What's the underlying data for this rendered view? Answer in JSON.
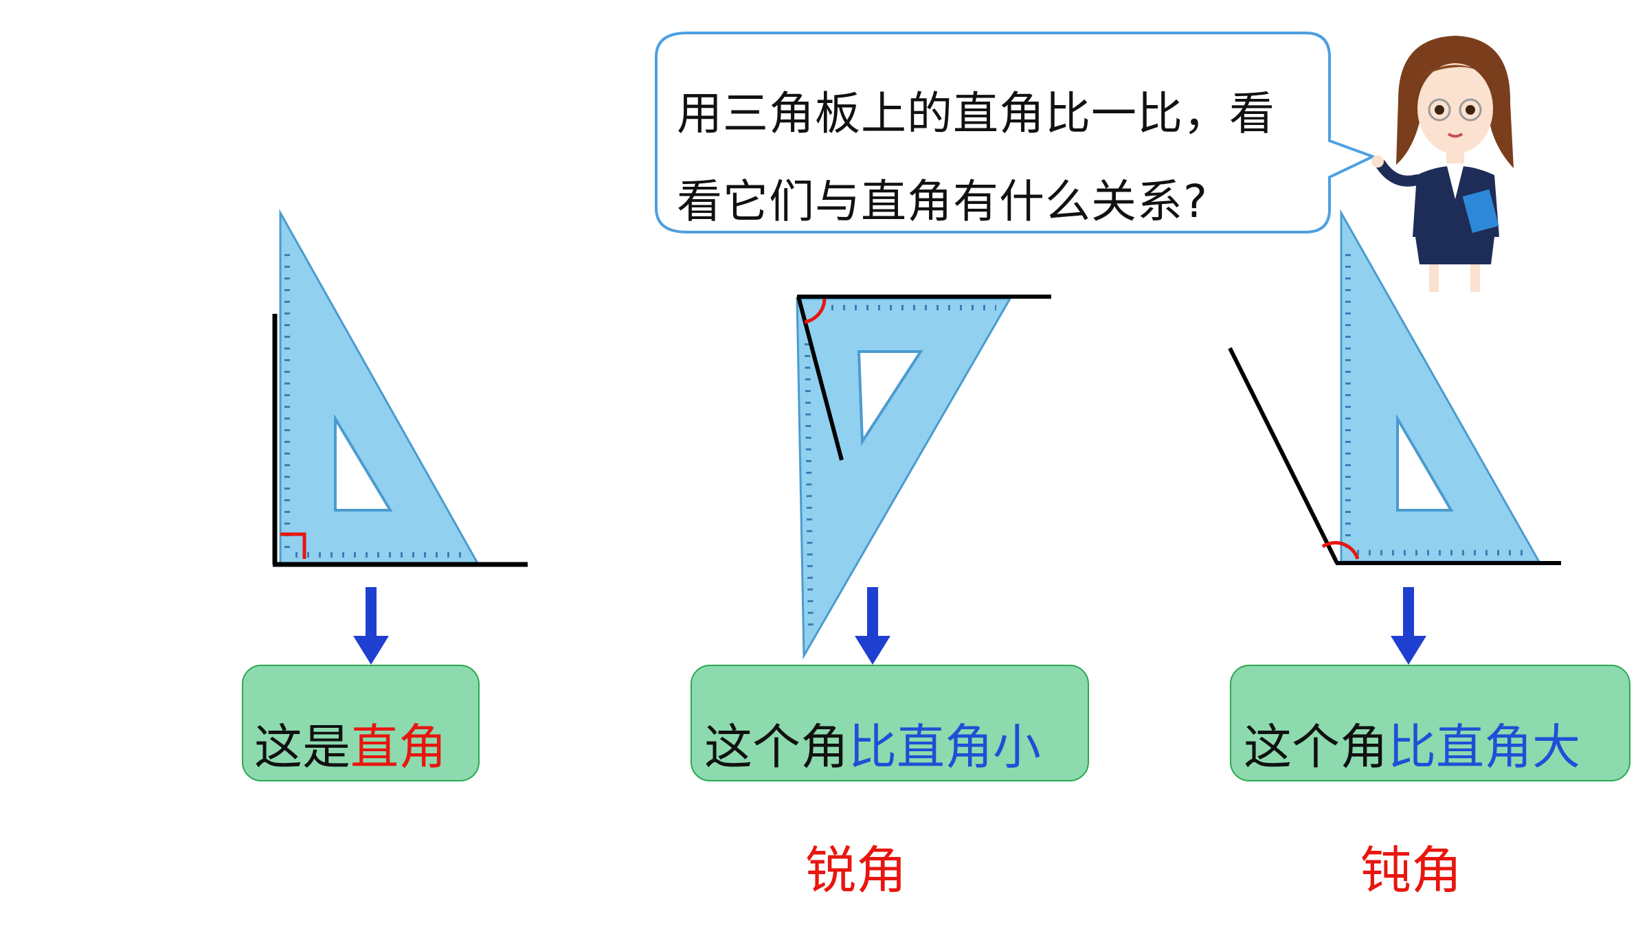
{
  "bubble": {
    "line1": "用三角板上的直角比一比，看",
    "line2": "看它们与直角有什么关系?"
  },
  "boxes": [
    {
      "prefix": "这是",
      "highlight": "直角",
      "highlight_color": "#e8160f"
    },
    {
      "prefix": "这个角",
      "highlight": "比直角小",
      "highlight_color": "#1f4fd6"
    },
    {
      "prefix": "这个角",
      "highlight": "比直角大",
      "highlight_color": "#1f4fd6"
    }
  ],
  "terms": {
    "acute": "锐角",
    "obtuse": "钝角"
  },
  "colors": {
    "box_fill": "#8ddaae",
    "box_border": "#2aa84f",
    "arrow": "#1f3fd0",
    "triangle": "#7ec8ec",
    "angle_mark": "#e8160f"
  },
  "icons": [
    "triangle-ruler-icon",
    "teacher-illustration",
    "down-arrow-icon"
  ]
}
